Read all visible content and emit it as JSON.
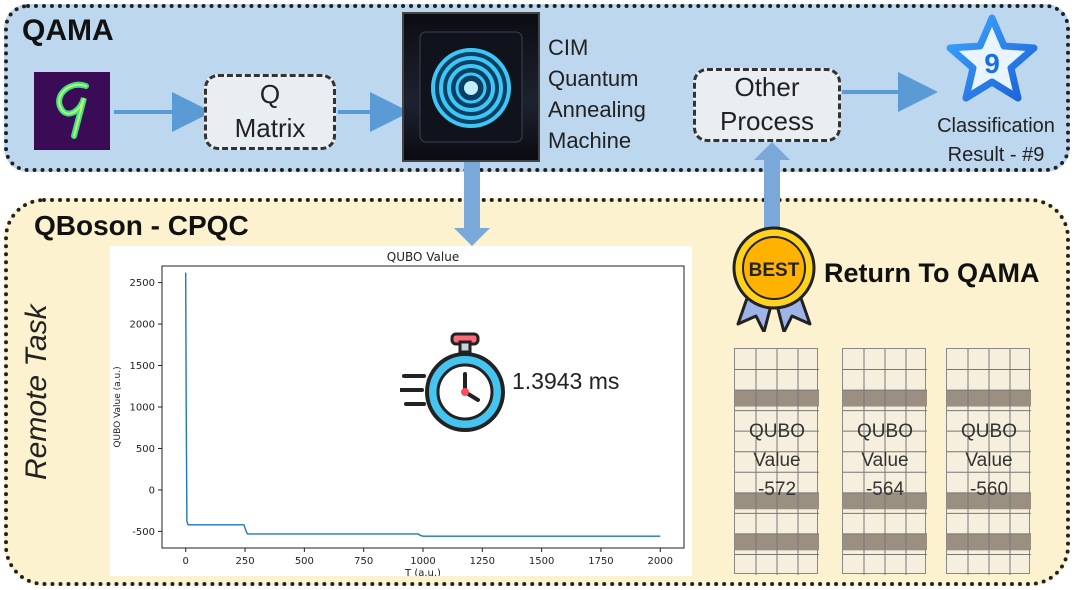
{
  "qama": {
    "title": "QAMA",
    "q_matrix_line1": "Q",
    "q_matrix_line2": "Matrix",
    "cim_lines": [
      "CIM",
      "Quantum",
      "Annealing",
      "Machine"
    ],
    "other_process_line1": "Other",
    "other_process_line2": "Process",
    "result_line1": "Classification",
    "result_line2": "Result - #9",
    "star_digit": "9"
  },
  "qboson": {
    "title": "QBoson - CPQC",
    "side_label": "Remote Task",
    "timer_label": "1.3943 ms",
    "best_badge": "BEST",
    "return_label": "Return To QAMA"
  },
  "qubo_cards": [
    {
      "line1": "QUBO",
      "line2": "Value",
      "value": "-572"
    },
    {
      "line1": "QUBO",
      "line2": "Value",
      "value": "-564"
    },
    {
      "line1": "QUBO",
      "line2": "Value",
      "value": "-560"
    }
  ],
  "colors": {
    "qama_bg": "#bdd7ee",
    "qboson_bg": "#fdf2d0",
    "arrow": "#5b9bd5",
    "line": "#1f77b4"
  },
  "chart_data": {
    "type": "line",
    "title": "QUBO Value",
    "xlabel": "T (a.u.)",
    "ylabel": "QUBO Value (a.u.)",
    "xlim": [
      -100,
      2100
    ],
    "ylim": [
      -700,
      2700
    ],
    "xticks": [
      0,
      250,
      500,
      750,
      1000,
      1250,
      1500,
      1750,
      2000
    ],
    "yticks": [
      -500,
      0,
      500,
      1000,
      1500,
      2000,
      2500
    ],
    "x": [
      0,
      2,
      5,
      10,
      245,
      255,
      260,
      980,
      990,
      1000,
      2000
    ],
    "y": [
      2620,
      1000,
      -380,
      -420,
      -420,
      -500,
      -530,
      -530,
      -550,
      -558,
      -558
    ]
  }
}
